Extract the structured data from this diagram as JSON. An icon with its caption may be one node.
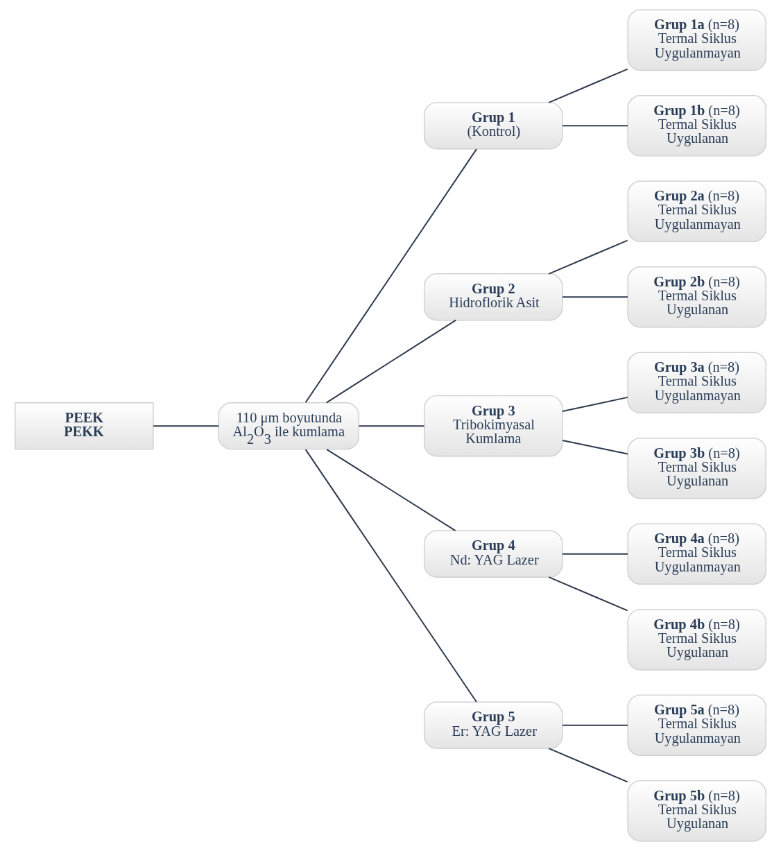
{
  "diagram": {
    "nodes": [
      {
        "text": [
          "PEEK",
          "PEKK"
        ]
      },
      {
        "text": [
          "110 μm boyutunda Al$_{2}$O$_{3}$ ile kumlama"
        ]
      },
      {
        "text": [
          "Grup 1",
          "(Kontrol)"
        ]
      },
      {
        "text": [
          "**Grup 1a** (n=8)",
          "Termal Siklus Uygulanmayan"
        ]
      },
      {
        "text": [
          "**Grup 1b** (n=8)",
          "Termal Siklus Uygulanan"
        ]
      },
      {
        "text": [
          "Grup 2",
          "Hidroflorik Asit"
        ]
      },
      {
        "text": [
          "**Grup 2a** (n=8)",
          "Termal Siklus Uygulanmayan"
        ]
      },
      {
        "text": [
          "**Grup 2b** (n=8)",
          "Termal Siklus Uygulanan"
        ]
      },
      {
        "text": [
          "Grup 3",
          "Tribokimyasal Kumlama"
        ]
      },
      {
        "text": [
          "**Grup 3a** (n=8)",
          "Termal Siklus Uygulanmayan"
        ]
      },
      {
        "text": [
          "**Grup 3b** (n=8)",
          "Termal Siklus Uygulanan"
        ]
      },
      {
        "text": [
          "Grup 4",
          "Nd: YAG Lazer"
        ]
      },
      {
        "text": [
          "**Grup 4a** (n=8)",
          "Termal Siklus Uygulanmayan"
        ]
      },
      {
        "text": [
          "**Grup 4b** (n=8)",
          "Termal Siklus Uygulanan"
        ]
      },
      {
        "text": [
          "Grup 5",
          "Er: YAG Lazer"
        ]
      },
      {
        "text": [
          "**Grup 5a** (n=8)",
          "Termal Siklus Uygulanmayan"
        ]
      },
      {
        "text": [
          "**Grup 5b** (n=8)",
          "Termal Siklus Uygulanan"
        ]
      }
    ],
    "edges": [
      {
        "from": 0,
        "to": 1,
        "arrow": "none"
      },
      {
        "from": 1,
        "to": 2,
        "arrow": "none"
      },
      {
        "from": 1,
        "to": 5,
        "arrow": "none"
      },
      {
        "from": 1,
        "to": 8,
        "arrow": "none"
      },
      {
        "from": 1,
        "to": 11,
        "arrow": "none"
      },
      {
        "from": 1,
        "to": 14,
        "arrow": "none"
      },
      {
        "from": 2,
        "to": 3,
        "arrow": "none"
      },
      {
        "from": 2,
        "to": 4,
        "arrow": "none"
      },
      {
        "from": 5,
        "to": 6,
        "arrow": "none"
      },
      {
        "from": 5,
        "to": 7,
        "arrow": "none"
      },
      {
        "from": 8,
        "to": 9,
        "arrow": "none"
      },
      {
        "from": 8,
        "to": 10,
        "arrow": "none"
      },
      {
        "from": 11,
        "to": 12,
        "arrow": "none"
      },
      {
        "from": 11,
        "to": 13,
        "arrow": "none"
      },
      {
        "from": 14,
        "to": 15,
        "arrow": "none"
      },
      {
        "from": 14,
        "to": 16,
        "arrow": "none"
      }
    ]
  }
}
